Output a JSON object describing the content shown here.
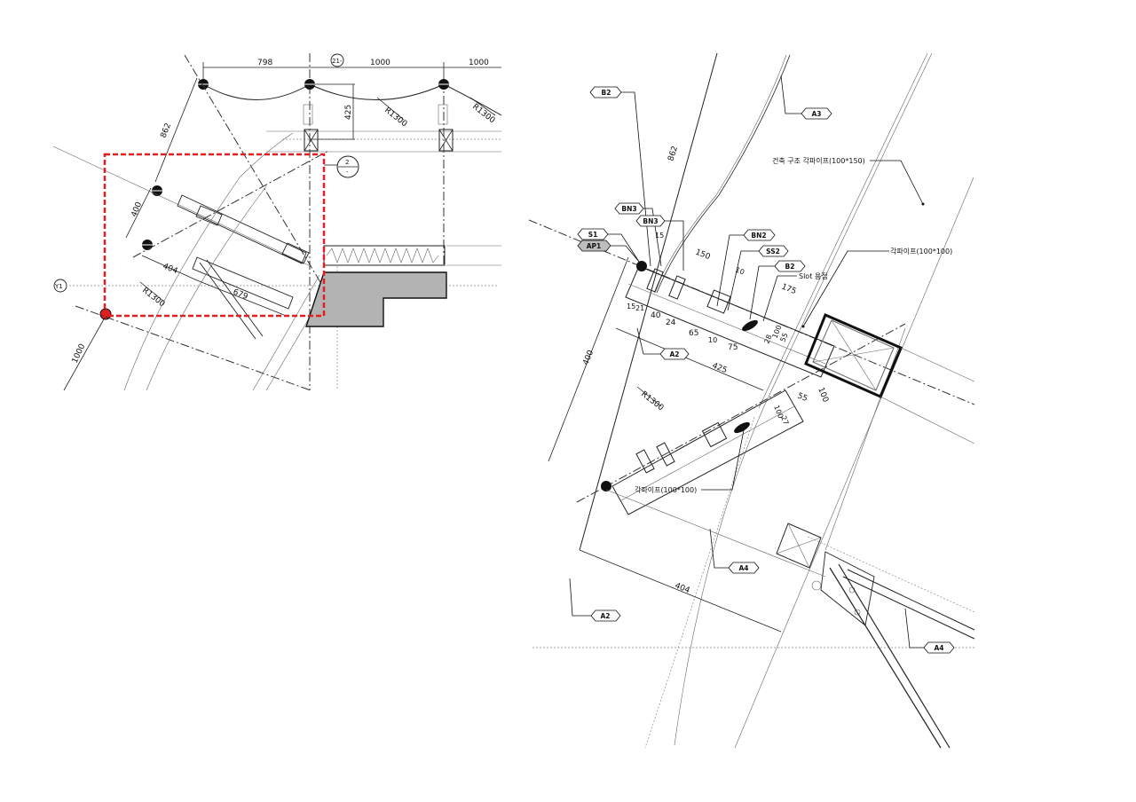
{
  "detail_left": {
    "dimensions": {
      "d798": "798",
      "d1000_a": "1000",
      "d1000_b": "1000",
      "d425": "425",
      "d862": "862",
      "d400": "400",
      "d404": "404",
      "d679": "679",
      "d1000_c": "1000"
    },
    "radius_labels": [
      "R1300",
      "R1300",
      "R1300"
    ],
    "grid_marks": {
      "top": "21-",
      "left": "Y1"
    },
    "section_callout": {
      "number": "2",
      "sub": "-"
    }
  },
  "detail_right": {
    "tags": {
      "b2_top": "B2",
      "a3": "A3",
      "bn3_a": "BN3",
      "bn3_b": "BN3",
      "s1": "S1",
      "ap1": "AP1",
      "bn2": "BN2",
      "ss2": "SS2",
      "b2_mid": "B2",
      "a2_mid": "A2",
      "a4": "A4",
      "a2_low": "A2",
      "a4_low": "A4"
    },
    "notes": {
      "structure_pipe": "건축 구조 각파이프(100*150)",
      "pipe_upper": "각파이프(100*100)",
      "slot_weld": "Slot 용접",
      "pipe_lower": "각파이프(100*100)"
    },
    "dimensions": {
      "d862": "862",
      "d15": "15",
      "d150": "150",
      "d10": "10",
      "d175": "175",
      "d15b": "15",
      "d21": "21",
      "d40": "40",
      "d24": "24",
      "d65": "65",
      "d10b": "10",
      "d75": "75",
      "d28": "28",
      "d100a": "100",
      "d55a": "55",
      "d425": "425",
      "d400": "400",
      "d100b": "100",
      "d55b": "55",
      "d27": "27",
      "d100c": "100",
      "d404": "404"
    },
    "radius_label": "R1300"
  },
  "colors": {
    "highlight_frame": "#e41e1e",
    "filled_slab": "#b3b3b3",
    "line": "#222222"
  }
}
